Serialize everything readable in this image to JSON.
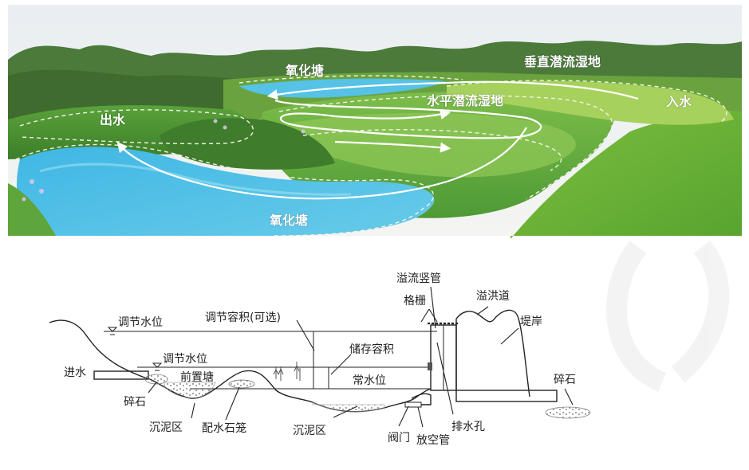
{
  "photo": {
    "labels": {
      "oxidation_pond_top": "氧化塘",
      "vertical_flow_wetland": "垂直潜流湿地",
      "outflow": "出水",
      "horizontal_flow_wetland": "水平潜流湿地",
      "inflow": "入水",
      "oxidation_pond_bottom": "氧化塘"
    }
  },
  "diagram": {
    "labels": {
      "overflow_riser": "溢流竖管",
      "spillway": "溢洪道",
      "grate": "格栅",
      "embankment": "堤岸",
      "regulating_level_top": "调节水位",
      "regulating_volume": "调节容积(可选)",
      "storage_volume": "储存容积",
      "inlet": "进水",
      "regulating_level": "调节水位",
      "forebay": "前置塘",
      "normal_level": "常水位",
      "gravel_left": "碎石",
      "gravel_right": "碎石",
      "sediment_zone_left": "沉泥区",
      "gabion": "配水石笼",
      "sediment_zone_right": "沉泥区",
      "drain_hole": "排水孔",
      "valve": "阀门",
      "drain_pipe": "放空管"
    }
  }
}
